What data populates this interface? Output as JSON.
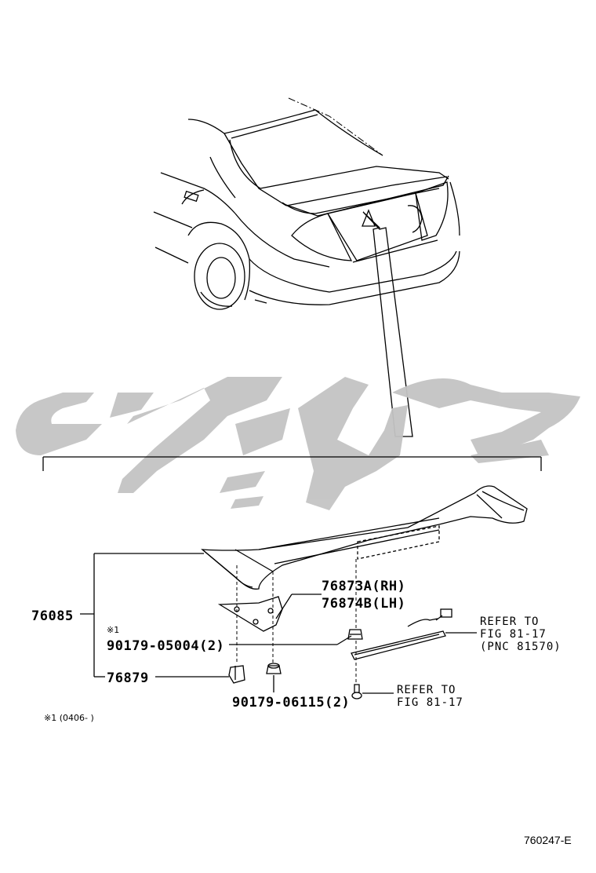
{
  "parts": {
    "spoiler": "76085",
    "bracket_rh": "76873A(RH)",
    "bracket_lh": "76874B(LH)",
    "note_marker": "※1",
    "nut": "90179-05004(2)",
    "clip": "76879",
    "nut2": "90179-06115(2)"
  },
  "references": {
    "ref1_line1": "REFER  TO",
    "ref1_line2": "FIG 81-17",
    "ref1_line3": "(PNC 81570)",
    "ref2_line1": "REFER  TO",
    "ref2_line2": "FIG 81-17"
  },
  "footnote": "※1 (0406-      )",
  "figure_id": "760247-E",
  "icons": {
    "car": "sedan-rear-view-illustration",
    "spoiler": "rear-spoiler-part-drawing",
    "watermark": "arabic-script-watermark"
  },
  "colors": {
    "line": "#000000",
    "watermark": "#c4c4c4",
    "background": "#ffffff"
  }
}
